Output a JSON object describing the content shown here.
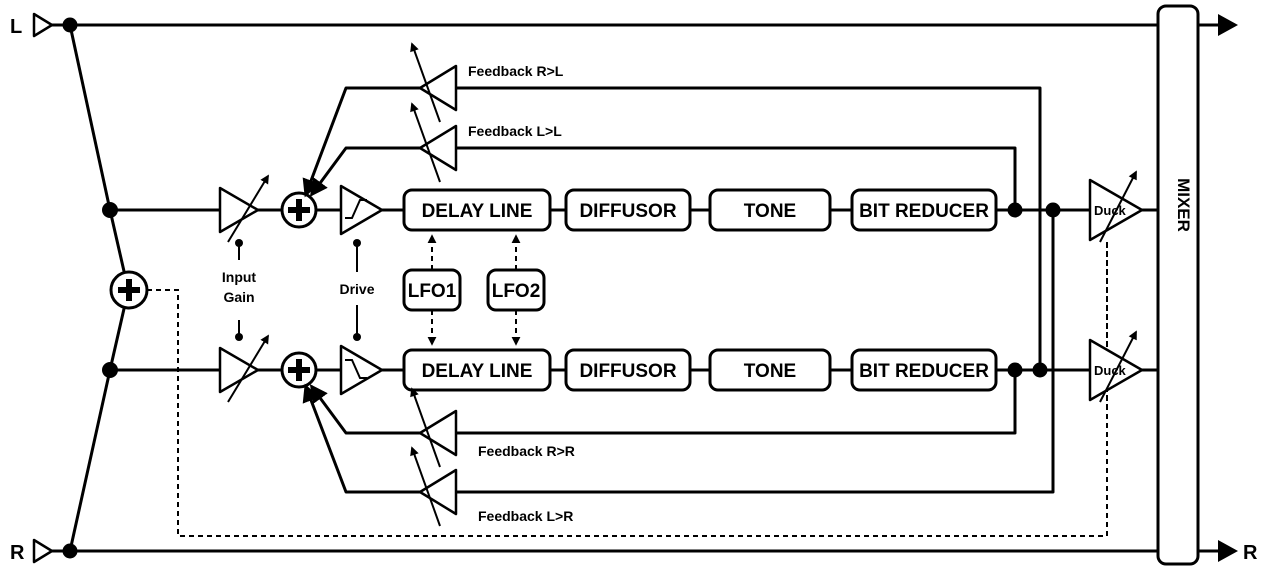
{
  "io": {
    "left_in": "L",
    "right_in": "R",
    "right_out": "R"
  },
  "blocks": {
    "delay_line": "DELAY LINE",
    "diffusor": "DIFFUSOR",
    "tone": "TONE",
    "bit_reducer": "BIT REDUCER",
    "lfo1": "LFO1",
    "lfo2": "LFO2",
    "mixer": "MIXER",
    "duck": "Duck"
  },
  "labels": {
    "feedback_rl": "Feedback R>L",
    "feedback_ll": "Feedback L>L",
    "feedback_rr": "Feedback R>R",
    "feedback_lr": "Feedback L>R",
    "input_gain_1": "Input",
    "input_gain_2": "Gain",
    "drive": "Drive"
  }
}
